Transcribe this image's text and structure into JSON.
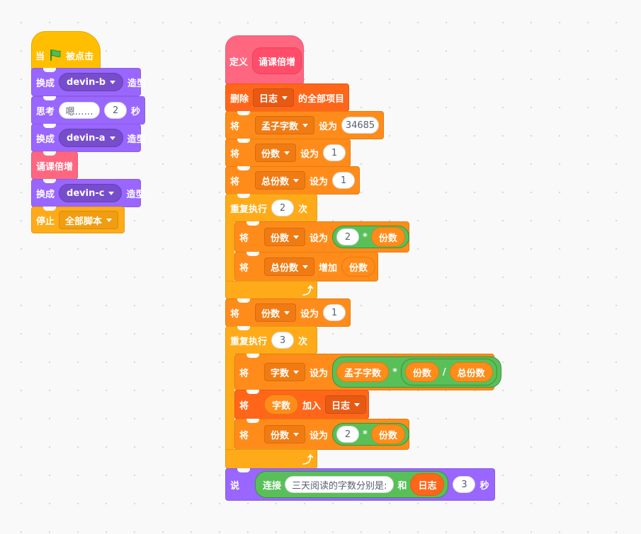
{
  "left_script": {
    "when_flag": {
      "when": "当",
      "clicked": "被点击"
    },
    "switch1": {
      "label": "换成",
      "costume": "devin-b",
      "suffix": "造型"
    },
    "think": {
      "label": "思考",
      "text": "嗯……",
      "secs": "2",
      "secs_label": "秒"
    },
    "switch2": {
      "label": "换成",
      "costume": "devin-a",
      "suffix": "造型"
    },
    "call": {
      "label": "诵课倍增"
    },
    "switch3": {
      "label": "换成",
      "costume": "devin-c",
      "suffix": "造型"
    },
    "stop": {
      "label": "停止",
      "option": "全部脚本"
    }
  },
  "right_script": {
    "define": {
      "label": "定义",
      "name": "诵课倍增"
    },
    "delete_all": {
      "label": "删除",
      "list": "日志",
      "suffix": "的全部项目"
    },
    "set1": {
      "label": "将",
      "var": "孟子字数",
      "to": "设为",
      "value": "34685"
    },
    "set2": {
      "label": "将",
      "var": "份数",
      "to": "设为",
      "value": "1"
    },
    "set3": {
      "label": "将",
      "var": "总份数",
      "to": "设为",
      "value": "1"
    },
    "repeat1": {
      "label": "重复执行",
      "times": "2",
      "suffix": "次"
    },
    "r1_set": {
      "label": "将",
      "var": "份数",
      "to": "设为",
      "num": "2",
      "op": "*",
      "rep": "份数"
    },
    "r1_change": {
      "label": "将",
      "var": "总份数",
      "by": "增加",
      "rep": "份数"
    },
    "set4": {
      "label": "将",
      "var": "份数",
      "to": "设为",
      "value": "1"
    },
    "repeat2": {
      "label": "重复执行",
      "times": "3",
      "suffix": "次"
    },
    "r2_set1": {
      "label": "将",
      "var": "字数",
      "to": "设为",
      "rep1": "孟子字数",
      "op1": "*",
      "rep2": "份数",
      "op2": "/",
      "rep3": "总份数"
    },
    "r2_add": {
      "label": "将",
      "rep": "字数",
      "into": "加入",
      "list": "日志"
    },
    "r2_set2": {
      "label": "将",
      "var": "份数",
      "to": "设为",
      "num": "2",
      "op": "*",
      "rep": "份数"
    },
    "say": {
      "label": "说",
      "join": "连接",
      "text": "三天阅读的字数分别是:",
      "and": "和",
      "list": "日志",
      "secs": "3",
      "secs_label": "秒"
    }
  },
  "colors": {
    "looks": "#9966ff",
    "events": "#ffbf00",
    "control": "#ffab19",
    "variables": "#ff8c1a",
    "lists": "#ff661a",
    "my_blocks": "#ff6680",
    "operators": "#59c059"
  },
  "icons": {
    "flag": "green-flag-icon",
    "loop_end": "loop-arrow-icon",
    "dropdown": "dropdown-arrow-icon"
  }
}
